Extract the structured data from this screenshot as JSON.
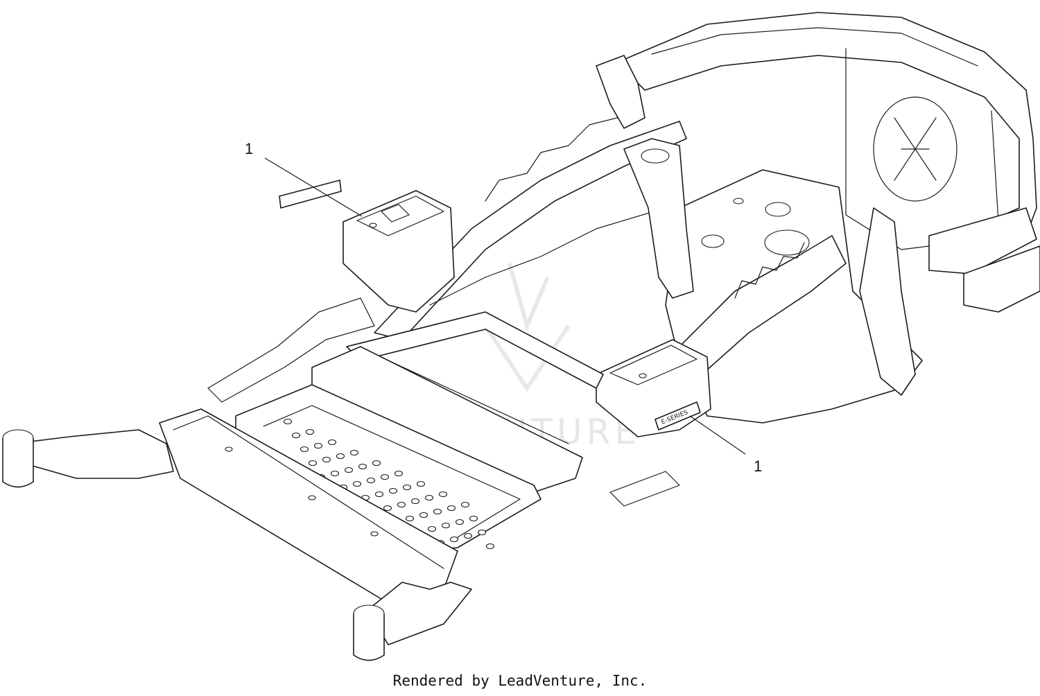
{
  "diagram": {
    "callouts": [
      {
        "label": "1"
      },
      {
        "label": "1"
      }
    ],
    "watermark_text": "LEADVENTURE",
    "decal_text": "E-SERIES",
    "credit": "Rendered by LeadVenture, Inc."
  },
  "colors": {
    "line": "#1a1a1a",
    "background": "#ffffff",
    "watermark": "#e6e6e6"
  }
}
